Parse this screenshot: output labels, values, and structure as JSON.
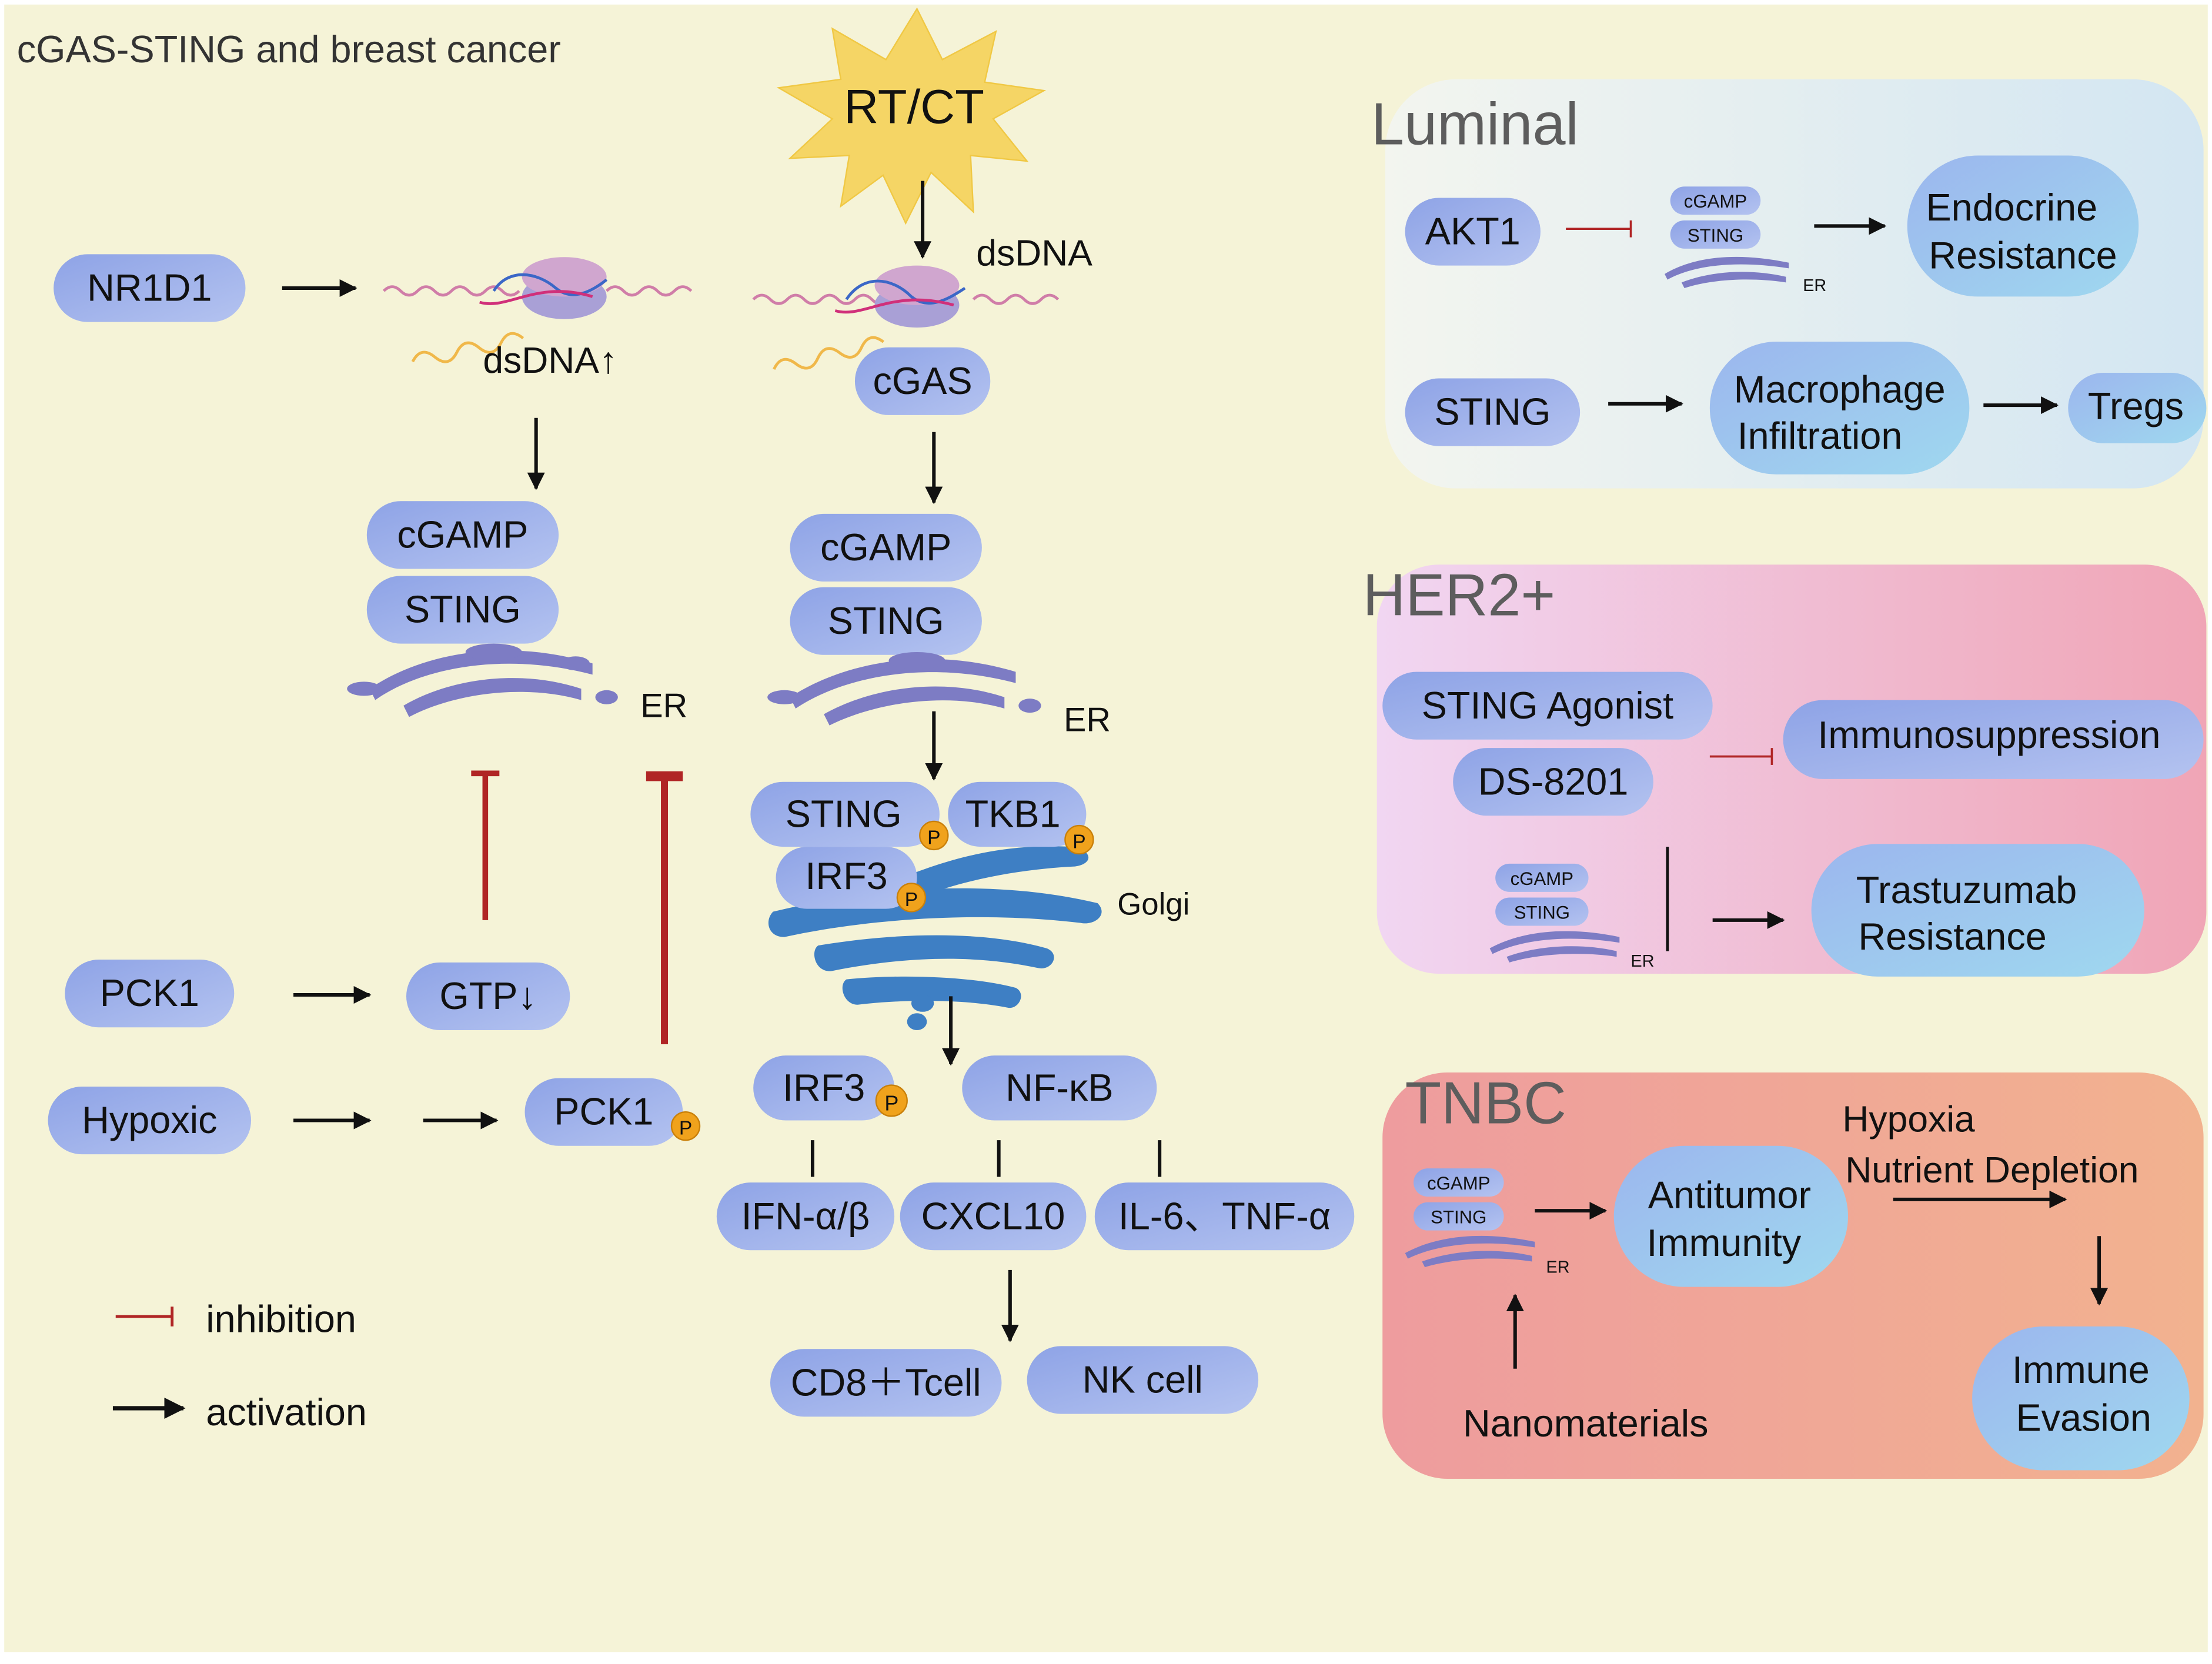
{
  "title": "cGAS-STING and breast cancer",
  "colors": {
    "background": "#f5f3d7",
    "pill_fill": "#9fb2ea",
    "er_purple": "#7d7cc4",
    "golgi_blue": "#3e7fc4",
    "phospho_orange": "#f0a21c",
    "inhibition_red": "#b02525",
    "arrow": "#111111"
  },
  "left": {
    "nr1d1": "NR1D1",
    "dsdna_up": "dsDNA↑",
    "cgamp": "cGAMP",
    "sting": "STING",
    "er": "ER",
    "pck1": "PCK1",
    "gtp_down": "GTP↓",
    "hypoxic": "Hypoxic",
    "pck1_p": "PCK1"
  },
  "center": {
    "rtct": "RT/CT",
    "dsdna": "dsDNA",
    "cgas": "cGAS",
    "cgamp": "cGAMP",
    "sting": "STING",
    "er": "ER",
    "sting_p": "STING",
    "tkb1": "TKB1",
    "irf3_golgi": "IRF3",
    "golgi": "Golgi",
    "irf3_p": "IRF3",
    "nfkb": "NF-κB",
    "ifn": "IFN-α/β",
    "cxcl10": "CXCL10",
    "il6": "IL-6、TNF-α",
    "cd8": "CD8＋Tcell",
    "nk": "NK cell",
    "p": "P"
  },
  "legend": {
    "inhibition": "inhibition",
    "activation": "activation"
  },
  "luminal": {
    "title": "Luminal",
    "akt1": "AKT1",
    "mini_cgamp": "cGAMP",
    "mini_sting": "STING",
    "mini_er": "ER",
    "endocrine_1": "Endocrine",
    "endocrine_2": "Resistance",
    "sting": "STING",
    "macrophage_1": "Macrophage",
    "macrophage_2": "Infiltration",
    "tregs": "Tregs"
  },
  "her2": {
    "title": "HER2+",
    "agonist": "STING Agonist",
    "ds8201": "DS-8201",
    "immunosuppression": "Immunosuppression",
    "mini_cgamp": "cGAMP",
    "mini_sting": "STING",
    "mini_er": "ER",
    "trastuzumab_1": "Trastuzumab",
    "trastuzumab_2": "Resistance"
  },
  "tnbc": {
    "title": "TNBC",
    "mini_cgamp": "cGAMP",
    "mini_sting": "STING",
    "mini_er": "ER",
    "antitumor_1": "Antitumor",
    "antitumor_2": "Immunity",
    "hypoxia": "Hypoxia",
    "nutrient": "Nutrient Depletion",
    "immune_1": "Immune",
    "immune_2": "Evasion",
    "nanomaterials": "Nanomaterials"
  }
}
